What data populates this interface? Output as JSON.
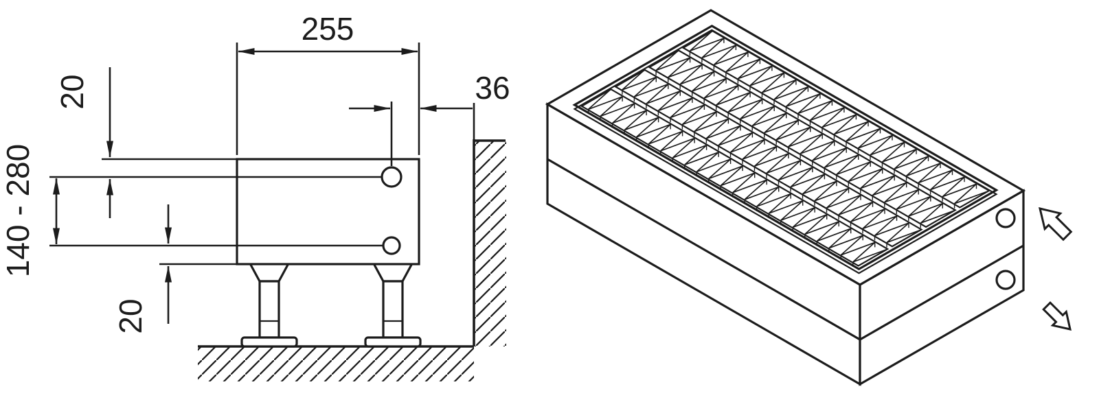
{
  "drawing": {
    "side_view": {
      "dim_width": "255",
      "dim_wall_clearance": "36",
      "dim_top_offset": "20",
      "dim_height_range": "140 - 280",
      "dim_bottom_offset": "20"
    },
    "iso_view": {
      "flow_in_icon": "arrow-up-left",
      "flow_out_icon": "arrow-down-right"
    },
    "colors": {
      "line": "#1c1c1c",
      "background": "#ffffff"
    }
  }
}
